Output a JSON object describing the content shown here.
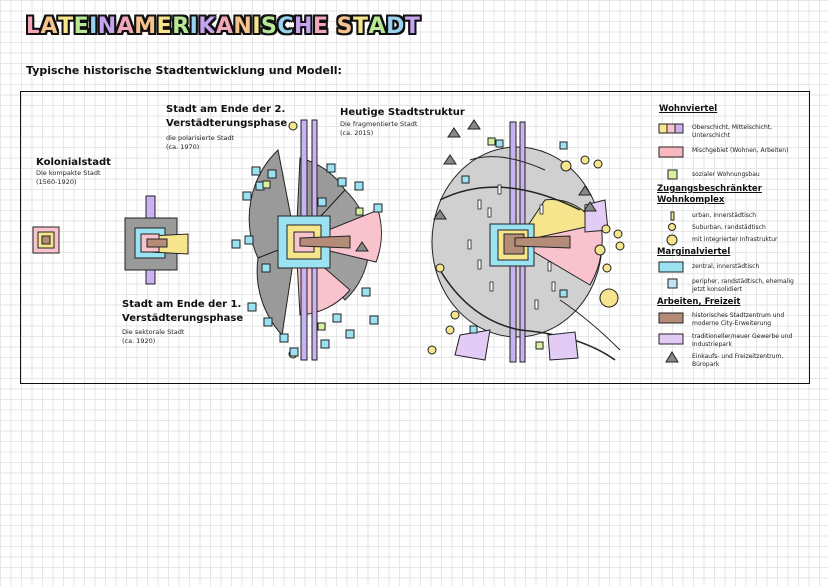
{
  "title": "LATEINAMERIKANISCHE STADT",
  "title_colors": [
    "#f4a7b9",
    "#f7c38e",
    "#f6e58d",
    "#b8e994",
    "#9ad3f0",
    "#c7a4f0"
  ],
  "subtitle": "Typische historische Stadtentwicklung und Modell:",
  "stages": {
    "kolonial": {
      "title": "Kolonialstadt",
      "desc": "Die kompakte Stadt",
      "date": "(1560-1920)"
    },
    "phase1": {
      "title_line1": "Stadt am Ende der 1.",
      "title_line2": "Verstädterungsphase",
      "desc": "Die sektorale Stadt",
      "date": "(ca. 1920)"
    },
    "phase2": {
      "title_line1": "Stadt am Ende der 2.",
      "title_line2": "Verstädterungsphase",
      "desc": "die polarisierte Stadt",
      "date": "(ca. 1970)"
    },
    "heute": {
      "title": "Heutige Stadtstruktur",
      "desc": "Die fragmentierte Stadt",
      "date": "(ca. 2015)"
    }
  },
  "legend": {
    "wohnviertel": {
      "heading": "Wohnviertel",
      "items": [
        {
          "label": "Oberschicht, Mittelschicht, Unterschicht",
          "colors": [
            "#f6e58d",
            "#f8c3cc",
            "#c9b3ef"
          ]
        },
        {
          "label": "Mischgebiet (Wohnen, Arbeiten)",
          "color": "#f8b8bf"
        },
        {
          "label": "sozialer Wohnungsbau",
          "color": "#d8f0a0"
        }
      ]
    },
    "zugang": {
      "heading_line1": "Zugangsbeschränkter",
      "heading_line2": "Wohnkomplex",
      "items": [
        {
          "label": "urban, innerstädtisch"
        },
        {
          "label": "Suburban, randstädtisch"
        },
        {
          "label": "mit integrierter Infrastruktur"
        }
      ]
    },
    "marginal": {
      "heading": "Marginalviertel",
      "items": [
        {
          "label": "zentral, innerstädtisch",
          "color": "#9be3f2"
        },
        {
          "label": "peripher, randstädtisch, ehemalig jetzt konsolidiert",
          "color": "#bfe6f7"
        }
      ]
    },
    "arbeiten": {
      "heading": "Arbeiten, Freizeit",
      "items": [
        {
          "label": "historisches Stadtzentrum und moderne City-Erweiterung",
          "color": "#b48c78"
        },
        {
          "label": "traditioneller/neuer Gewerbe und Industriepark",
          "color": "#e2ccf5"
        },
        {
          "label": "Einkaufs- und Freizeitzentrum, Büropark"
        }
      ]
    }
  }
}
